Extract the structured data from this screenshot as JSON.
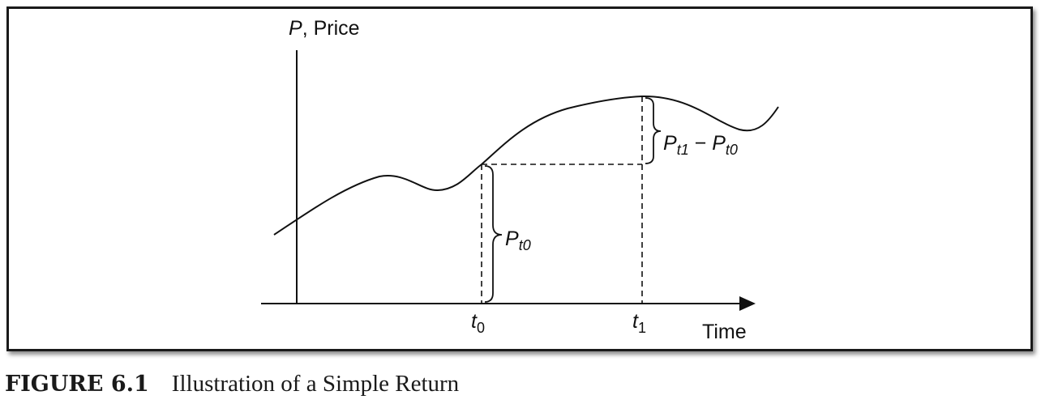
{
  "diagram": {
    "y_axis_label": {
      "var": "P",
      "text": ", Price"
    },
    "x_axis_label": "Time",
    "t0_label": {
      "var": "t",
      "sub": "0"
    },
    "t1_label": {
      "var": "t",
      "sub": "1"
    },
    "pt0_label": {
      "var": "P",
      "sub": "t0"
    },
    "diff_label": {
      "var1": "P",
      "sub1": "t1",
      "minus": " − ",
      "var2": "P",
      "sub2": "t0"
    }
  },
  "caption": {
    "number": "FIGURE 6.1",
    "title": "Illustration of a Simple Return"
  },
  "colors": {
    "line": "#111111",
    "frame": "#1a1a1a"
  }
}
